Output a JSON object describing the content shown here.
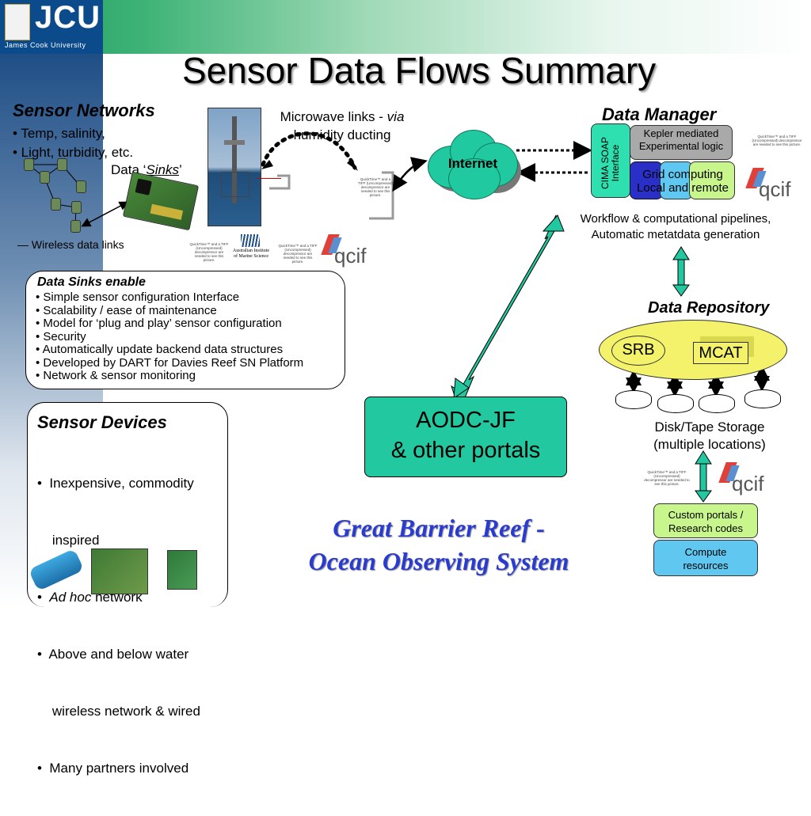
{
  "header": {
    "title": "Sensor Data Flows Summary",
    "logo_text": "JCU",
    "logo_subtext": "James Cook University"
  },
  "sensor_networks": {
    "title": "Sensor Networks",
    "bullets": [
      "• Temp, salinity,",
      "• Light, turbidity, etc."
    ],
    "data_sinks_prefix": "Data ‘",
    "data_sinks_word": "Sinks",
    "data_sinks_suffix": "’",
    "wireless_label": "— Wireless data links"
  },
  "microwave": {
    "line1": "Microwave links - ",
    "line1_italic": "via",
    "line2": "humidity ducting"
  },
  "quicktime_note": "QuickTime™ and a TIFF (Uncompressed) decompressor are needed to see this picture.",
  "internet_label": "Internet",
  "data_manager": {
    "title": "Data Manager",
    "cima_label": "CIMA SOAP Interface",
    "kepler_label": "Kepler mediated Experimental logic",
    "grid_label": "Grid computing",
    "local_remote_label": "Local and remote",
    "workflow_line1": "Workflow & computational pipelines,",
    "workflow_line2": "Automatic metatdata generation"
  },
  "aims_logo": {
    "line1": "Australian Institute",
    "line2": "of Marine Science"
  },
  "qcif_label": "qcif",
  "data_sinks_box": {
    "title": "Data Sinks enable",
    "bullets": [
      "• Simple sensor configuration Interface",
      "• Scalability / ease of maintenance",
      "• Model for ‘plug and play’ sensor configuration",
      "• Security",
      "• Automatically update backend data structures",
      "• Developed by DART for Davies Reef SN Platform",
      "• Network & sensor monitoring"
    ]
  },
  "data_repository": {
    "title": "Data Repository",
    "srb_label": "SRB",
    "mcat_label": "MCAT",
    "storage_line1": "Disk/Tape Storage",
    "storage_line2": "(multiple locations)"
  },
  "sensor_devices": {
    "title": "Sensor Devices",
    "bullets": [
      {
        "pre": "•  Inexpensive, commodity",
        "italic": "",
        "post": ""
      },
      {
        "pre": "    inspired",
        "italic": "",
        "post": ""
      },
      {
        "pre": "•  ",
        "italic": "Ad hoc",
        "post": " network"
      },
      {
        "pre": "•  Above and below water",
        "italic": "",
        "post": ""
      },
      {
        "pre": "    wireless network & wired",
        "italic": "",
        "post": ""
      },
      {
        "pre": "•  Many partners involved",
        "italic": "",
        "post": ""
      }
    ]
  },
  "aodc": {
    "line1": "AODC-JF",
    "line2": "& other portals"
  },
  "gbr": {
    "line1": "Great Barrier Reef -",
    "line2": "Ocean Observing System"
  },
  "custom_portals": {
    "line1": "Custom portals /",
    "line2": "Research codes"
  },
  "compute": {
    "line1": "Compute",
    "line2": "resources"
  },
  "colors": {
    "teal": "#20c9a0",
    "gbr_blue": "#2a3bd0",
    "repo_yellow": "#f3f26a",
    "portal_green": "#c8f58c",
    "compute_blue": "#5fc7f0"
  }
}
